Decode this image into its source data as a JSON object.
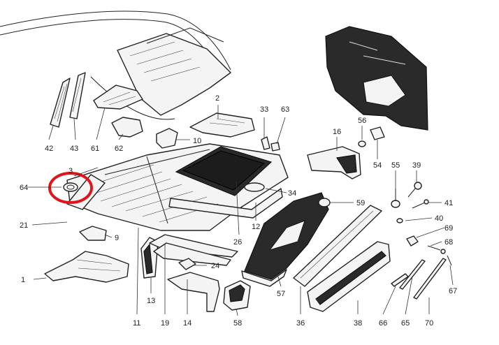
{
  "callouts": [
    "1",
    "2",
    "3",
    "9",
    "10",
    "11",
    "12",
    "13",
    "14",
    "16",
    "19",
    "21",
    "24",
    "26",
    "33",
    "34",
    "36",
    "38",
    "39",
    "40",
    "41",
    "42",
    "43",
    "54",
    "55",
    "56",
    "57",
    "58",
    "59",
    "61",
    "62",
    "63",
    "64",
    "65",
    "66",
    "67",
    "68",
    "69",
    "70"
  ],
  "highlight": {
    "label": "64",
    "color": "#e0141b"
  },
  "colors": {
    "ink": "#222222",
    "panel": "#2a2a2a",
    "paper": "#ffffff"
  }
}
